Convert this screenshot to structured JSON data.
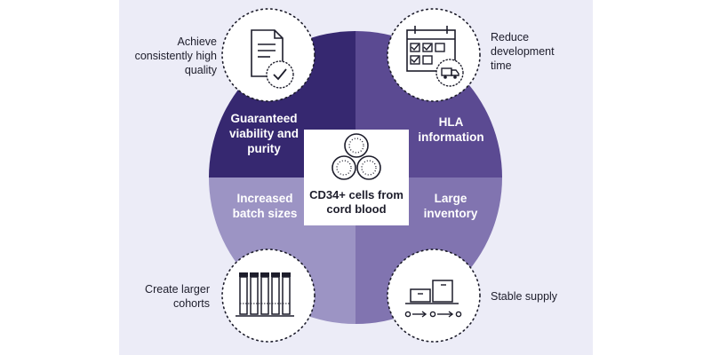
{
  "colors": {
    "background": "#ffffff",
    "panel": "#ececf7",
    "quadrant_top_left": "#362870",
    "quadrant_top_right": "#5b4a92",
    "quadrant_bottom_left": "#9c94c4",
    "quadrant_bottom_right": "#8174b0",
    "text_dark": "#1d1d2b",
    "text_light": "#ffffff"
  },
  "center": {
    "label": "CD34+ cells from cord blood",
    "icon": "cells-icon"
  },
  "quadrants": {
    "top_left": {
      "label": "Guaranteed viability and purity",
      "icon": "document-check-icon",
      "side_text": "Achieve consistently high quality"
    },
    "top_right": {
      "label": "HLA information",
      "icon": "calendar-truck-icon",
      "side_text": "Reduce development time"
    },
    "bottom_left": {
      "label": "Increased batch sizes",
      "icon": "vials-icon",
      "side_text": "Create larger cohorts"
    },
    "bottom_right": {
      "label": "Large inventory",
      "icon": "conveyor-boxes-icon",
      "side_text": "Stable supply"
    }
  }
}
